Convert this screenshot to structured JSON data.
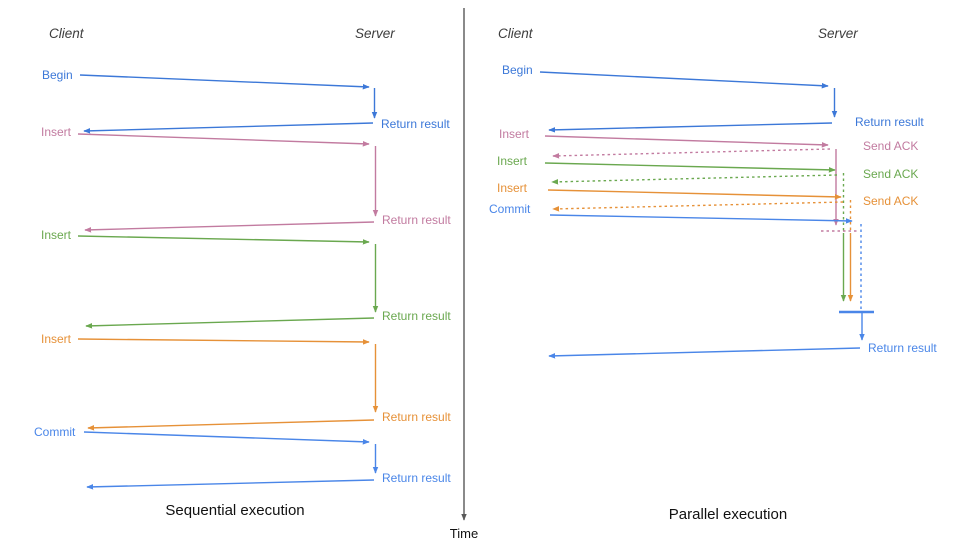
{
  "palette": {
    "blue": "#3c78d8",
    "cornflower": "#4a86e8",
    "pink": "#c27ba0",
    "green": "#6aa84f",
    "orange": "#e69138",
    "axis": "#595959",
    "heading": "#3d3d3d",
    "caption": "#111111"
  },
  "time_axis": {
    "label": "Time"
  },
  "sequential": {
    "title": "Sequential execution",
    "client_header": "Client",
    "server_header": "Server",
    "operations": [
      {
        "label": "Begin",
        "color": "blue",
        "response": "Return result"
      },
      {
        "label": "Insert",
        "color": "pink",
        "response": "Return result"
      },
      {
        "label": "Insert",
        "color": "green",
        "response": "Return result"
      },
      {
        "label": "Insert",
        "color": "orange",
        "response": "Return result"
      },
      {
        "label": "Commit",
        "color": "cornflower",
        "response": "Return result"
      }
    ]
  },
  "parallel": {
    "title": "Parallel execution",
    "client_header": "Client",
    "server_header": "Server",
    "operations": [
      {
        "label": "Begin",
        "color": "blue",
        "response": "Return result"
      },
      {
        "label": "Insert",
        "color": "pink",
        "response": "Send ACK"
      },
      {
        "label": "Insert",
        "color": "green",
        "response": "Send ACK"
      },
      {
        "label": "Insert",
        "color": "orange",
        "response": "Send ACK"
      },
      {
        "label": "Commit",
        "color": "cornflower",
        "response": "Return result"
      }
    ]
  }
}
